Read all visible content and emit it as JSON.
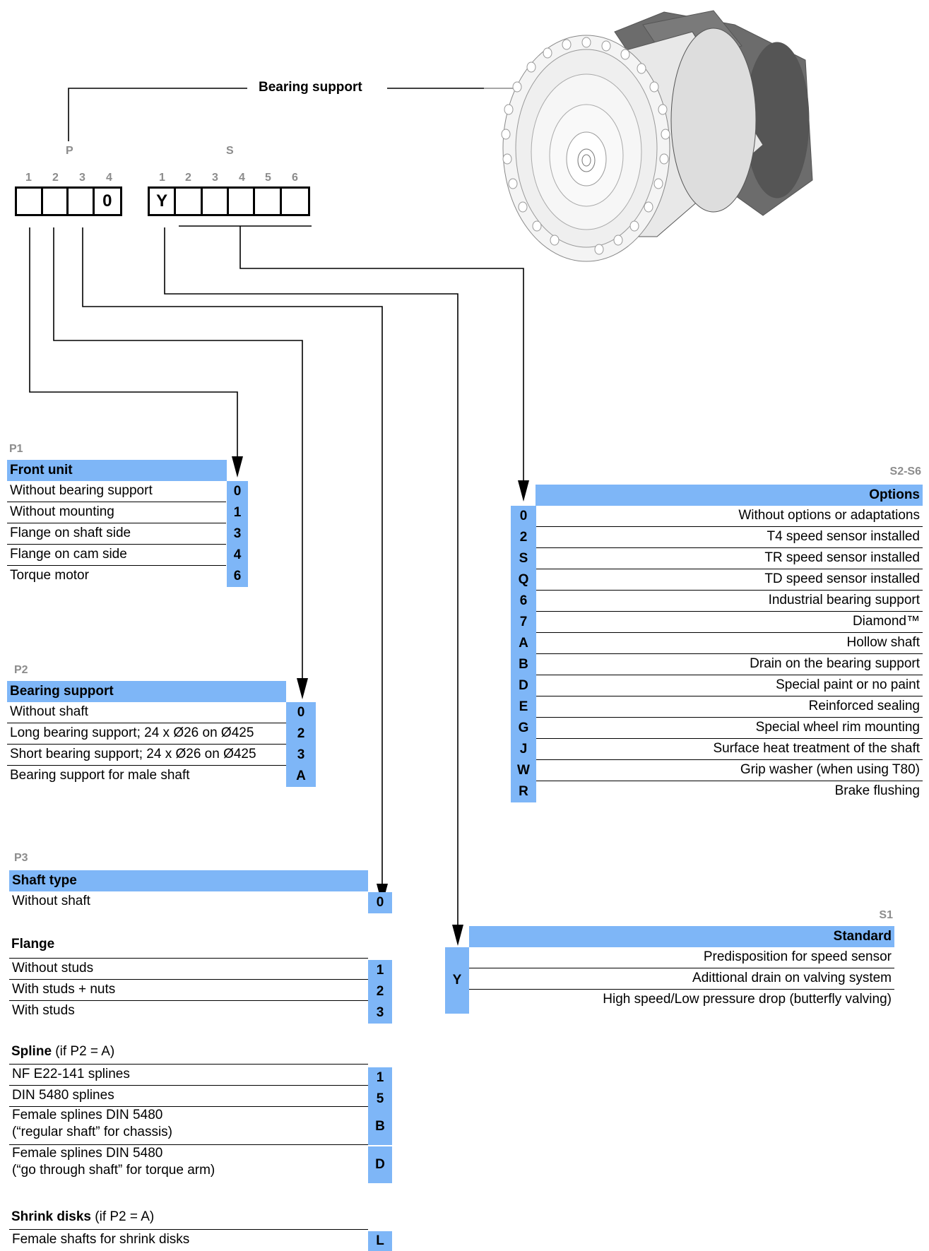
{
  "header": {
    "title": "Bearing support"
  },
  "code": {
    "group_p": "P",
    "group_s": "S",
    "p_positions": [
      "1",
      "2",
      "3",
      "4"
    ],
    "s_positions": [
      "1",
      "2",
      "3",
      "4",
      "5",
      "6"
    ],
    "p_values": [
      "",
      "",
      "",
      "0"
    ],
    "s_values": [
      "Y",
      "",
      "",
      "",
      "",
      ""
    ]
  },
  "p1": {
    "label": "P1",
    "header": "Front unit",
    "rows": [
      {
        "text": "Without bearing support",
        "code": "0"
      },
      {
        "text": "Without mounting",
        "code": "1"
      },
      {
        "text": "Flange on shaft side",
        "code": "3"
      },
      {
        "text": "Flange on cam side",
        "code": "4"
      },
      {
        "text": "Torque motor",
        "code": "6"
      }
    ]
  },
  "p2": {
    "label": "P2",
    "header": "Bearing support",
    "rows": [
      {
        "text": "Without shaft",
        "code": "0"
      },
      {
        "text": "Long bearing support; 24 x Ø26 on Ø425",
        "code": "2"
      },
      {
        "text": "Short bearing support; 24 x Ø26 on Ø425",
        "code": "3"
      },
      {
        "text": "Bearing support for male shaft",
        "code": "A"
      }
    ]
  },
  "p3": {
    "label": "P3",
    "header": "Shaft type",
    "shaft_rows": [
      {
        "text": "Without shaft",
        "code": "0"
      }
    ],
    "flange_title": "Flange",
    "flange_rows": [
      {
        "text": "Without studs",
        "code": "1"
      },
      {
        "text": "With studs + nuts",
        "code": "2"
      },
      {
        "text": "With studs",
        "code": "3"
      }
    ],
    "spline_title": "Spline",
    "spline_note": " (if P2 = A)",
    "spline_rows": [
      {
        "text": "NF E22-141 splines",
        "code": "1"
      },
      {
        "text": "DIN 5480 splines",
        "code": "5"
      },
      {
        "text": "Female splines DIN 5480",
        "text2": "(“regular shaft” for chassis)",
        "code": "B"
      },
      {
        "text": "Female splines DIN 5480",
        "text2": "(“go through shaft” for torque arm)",
        "code": "D"
      }
    ],
    "shrink_title": "Shrink disks",
    "shrink_note": " (if P2 = A)",
    "shrink_rows": [
      {
        "text": "Female shafts for shrink disks",
        "code": "L"
      }
    ]
  },
  "s1": {
    "label": "S1",
    "header": "Standard",
    "code": "Y",
    "rows": [
      "Predisposition for speed sensor",
      "Adittional drain on valving system",
      "High speed/Low pressure drop (butterfly valving)"
    ]
  },
  "s2s6": {
    "label": "S2-S6",
    "header": "Options",
    "rows": [
      {
        "code": "0",
        "text": "Without options or adaptations"
      },
      {
        "code": "2",
        "text": "T4 speed sensor installed"
      },
      {
        "code": "S",
        "text": "TR speed sensor installed"
      },
      {
        "code": "Q",
        "text": "TD speed sensor installed"
      },
      {
        "code": "6",
        "text": "Industrial bearing support"
      },
      {
        "code": "7",
        "text": "Diamond™"
      },
      {
        "code": "A",
        "text": "Hollow shaft"
      },
      {
        "code": "B",
        "text": "Drain on the bearing support"
      },
      {
        "code": "D",
        "text": "Special paint or no paint"
      },
      {
        "code": "E",
        "text": "Reinforced sealing"
      },
      {
        "code": "G",
        "text": "Special wheel rim mounting"
      },
      {
        "code": "J",
        "text": "Surface heat treatment of the shaft"
      },
      {
        "code": "W",
        "text": "Grip washer (when using T80)"
      },
      {
        "code": "R",
        "text": "Brake flushing"
      }
    ]
  },
  "colors": {
    "accent": "#7eb6f7",
    "label_grey": "#8c8c8c"
  },
  "image": {
    "icon": "hydraulic-motor-illustration"
  }
}
